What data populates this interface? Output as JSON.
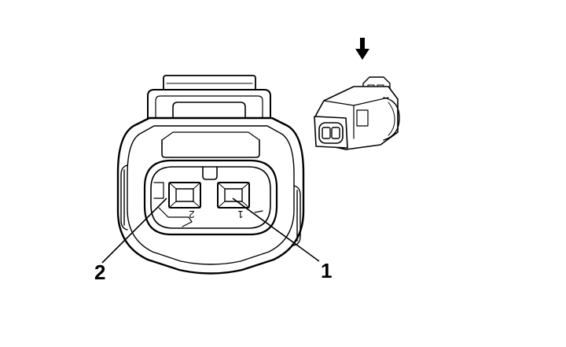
{
  "diagram": {
    "callouts": {
      "pin_2": "2",
      "pin_1": "1"
    },
    "molded_numbers": {
      "cavity_2": "2",
      "cavity_1": "1"
    },
    "icons": {
      "insertion_arrow": "arrow-down-icon",
      "connector_thumbnail": "connector-3d-icon"
    },
    "colors": {
      "stroke": "#000000",
      "background": "#ffffff"
    }
  }
}
